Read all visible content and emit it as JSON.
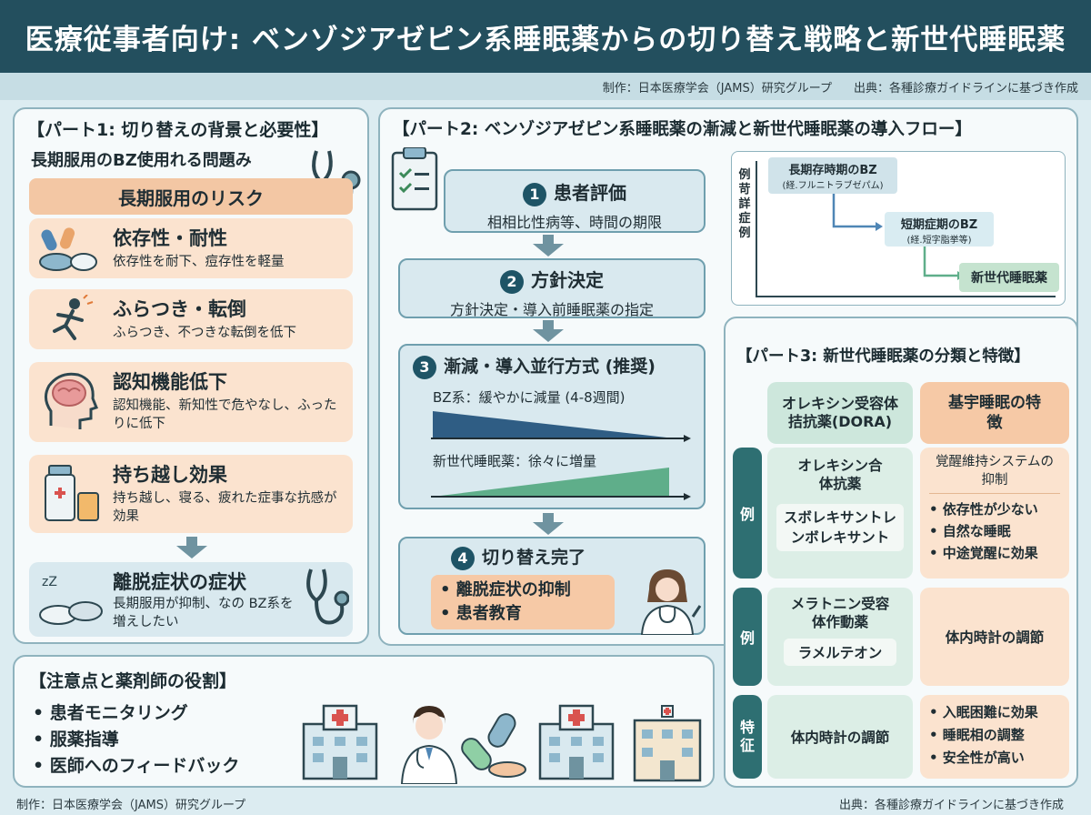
{
  "header": {
    "title": "医療従事者向け: ベンゾジアゼピン系睡眠薬からの切り替え戦略と新世代睡眠薬"
  },
  "credits": {
    "author": "制作：日本医療学会（JAMS）研究グループ",
    "source": "出典：各種診療ガイドラインに基づき作成"
  },
  "part1": {
    "title": "【パート1: 切り替えの背景と必要性】",
    "subtitle": "長期服用のBZ使用れる問題み",
    "risk_header": "長期服用のリスク",
    "risks": [
      {
        "title": "依存性・耐性",
        "desc": "依存性を耐下、痘存性を軽量"
      },
      {
        "title": "ふらつき・転倒",
        "desc": "ふらつき、不つきな転倒を低下"
      },
      {
        "title": "認知機能低下",
        "desc": "認知機能、新知性で危やなし、ふったりに低下"
      },
      {
        "title": "持ち越し効果",
        "desc": "持ち越し、寝る、疲れた症事な抗感が効果"
      }
    ],
    "withdrawal": {
      "title": "離脱症状の症状",
      "desc": "長期服用が抑制、なの BZ系を増えしたい"
    }
  },
  "part2": {
    "title": "【パート2: ベンゾジアゼピン系睡眠薬の漸減と新世代睡眠薬の導入フロー】",
    "steps": [
      {
        "num": "1",
        "title": "患者評価",
        "desc": "相相比性病等、時間の期限"
      },
      {
        "num": "2",
        "title": "方針決定",
        "desc": "方針決定・導入前睡眠薬の指定"
      },
      {
        "num": "3",
        "title": "漸減・導入並行方式 (推奨)",
        "bz": "BZ系：緩やかに減量 (4-8週間)",
        "new": "新世代睡眠薬：徐々に増量"
      },
      {
        "num": "4",
        "title": "切り替え完了",
        "items": [
          "• 離脱症状の抑制",
          "• 患者教育"
        ]
      }
    ],
    "example": {
      "side_label": "例",
      "side_label_rest": "苛詳症例",
      "long": "長期存時期のBZ",
      "long_sub": "(経.フルニトラブゼパム)",
      "short": "短期症期のBZ",
      "short_sub": "(経.短字脂挙等)",
      "new": "新世代睡眠薬"
    }
  },
  "part3": {
    "title": "【パート3: 新世代睡眠薬の分類と特徴】",
    "col1_header": "オレキシン受容体拮抗薬(DORA)",
    "col2_header": "基宇睡眠の特徴",
    "rows": [
      {
        "label": "例",
        "name": "オレキシン合体抗薬",
        "drug": "スボレキサントレンボレキサント",
        "feat_title": "覚醒維持システムの抑制",
        "feats": [
          "• 依存性が少ない",
          "• 自然な睡眠",
          "• 中途覚醒に効果"
        ]
      },
      {
        "label": "例",
        "name": "メラトニン受容体作動薬",
        "drug": "ラメルテオン",
        "feat_text": "体内時計の調節"
      },
      {
        "label": "特征",
        "name": "体内時計の調節",
        "feats": [
          "• 入眠困難に効果",
          "• 睡眠相の調整",
          "• 安全性が高い"
        ]
      }
    ]
  },
  "notes": {
    "title": "【注意点と薬剤師の役割】",
    "items": [
      "• 患者モニタリング",
      "• 服薬指導",
      "• 医師へのフィードバック"
    ]
  },
  "colors": {
    "header": "#234f5e",
    "peach": "#fbe3cf",
    "blue_card": "#d9e9ef",
    "mint": "#dceee6",
    "teal": "#2e6f72"
  }
}
